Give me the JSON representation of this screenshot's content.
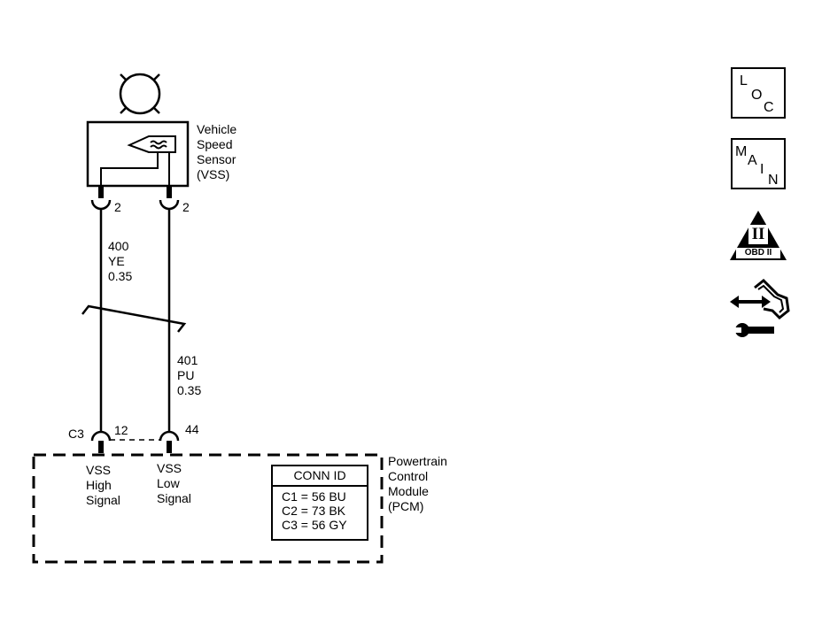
{
  "sensor": {
    "name_lines": [
      "Vehicle",
      "Speed",
      "Sensor",
      "(VSS)"
    ],
    "pin_left": "2",
    "pin_right": "2"
  },
  "wires": [
    {
      "circuit": "400",
      "color": "YE",
      "gauge": "0.35"
    },
    {
      "circuit": "401",
      "color": "PU",
      "gauge": "0.35"
    }
  ],
  "pcm": {
    "name_lines": [
      "Powertrain",
      "Control",
      "Module",
      "(PCM)"
    ],
    "connector": "C3",
    "pin_left": "12",
    "pin_right": "44",
    "signals": [
      {
        "lines": [
          "VSS",
          "High",
          "Signal"
        ]
      },
      {
        "lines": [
          "VSS",
          "Low",
          "Signal"
        ]
      }
    ],
    "conn_id": {
      "header": "CONN ID",
      "rows": [
        "C1 = 56 BU",
        "C2 = 73 BK",
        "C3 = 56 GY"
      ]
    }
  },
  "side_icons": {
    "loc": {
      "letters": [
        "L",
        "O",
        "C"
      ]
    },
    "main": {
      "letters": [
        "M",
        "A",
        "I",
        "N"
      ]
    },
    "obd": {
      "symbol": "II",
      "label": "OBD II"
    },
    "repair": {
      "icon": "diagnostic-repair-icon"
    }
  }
}
